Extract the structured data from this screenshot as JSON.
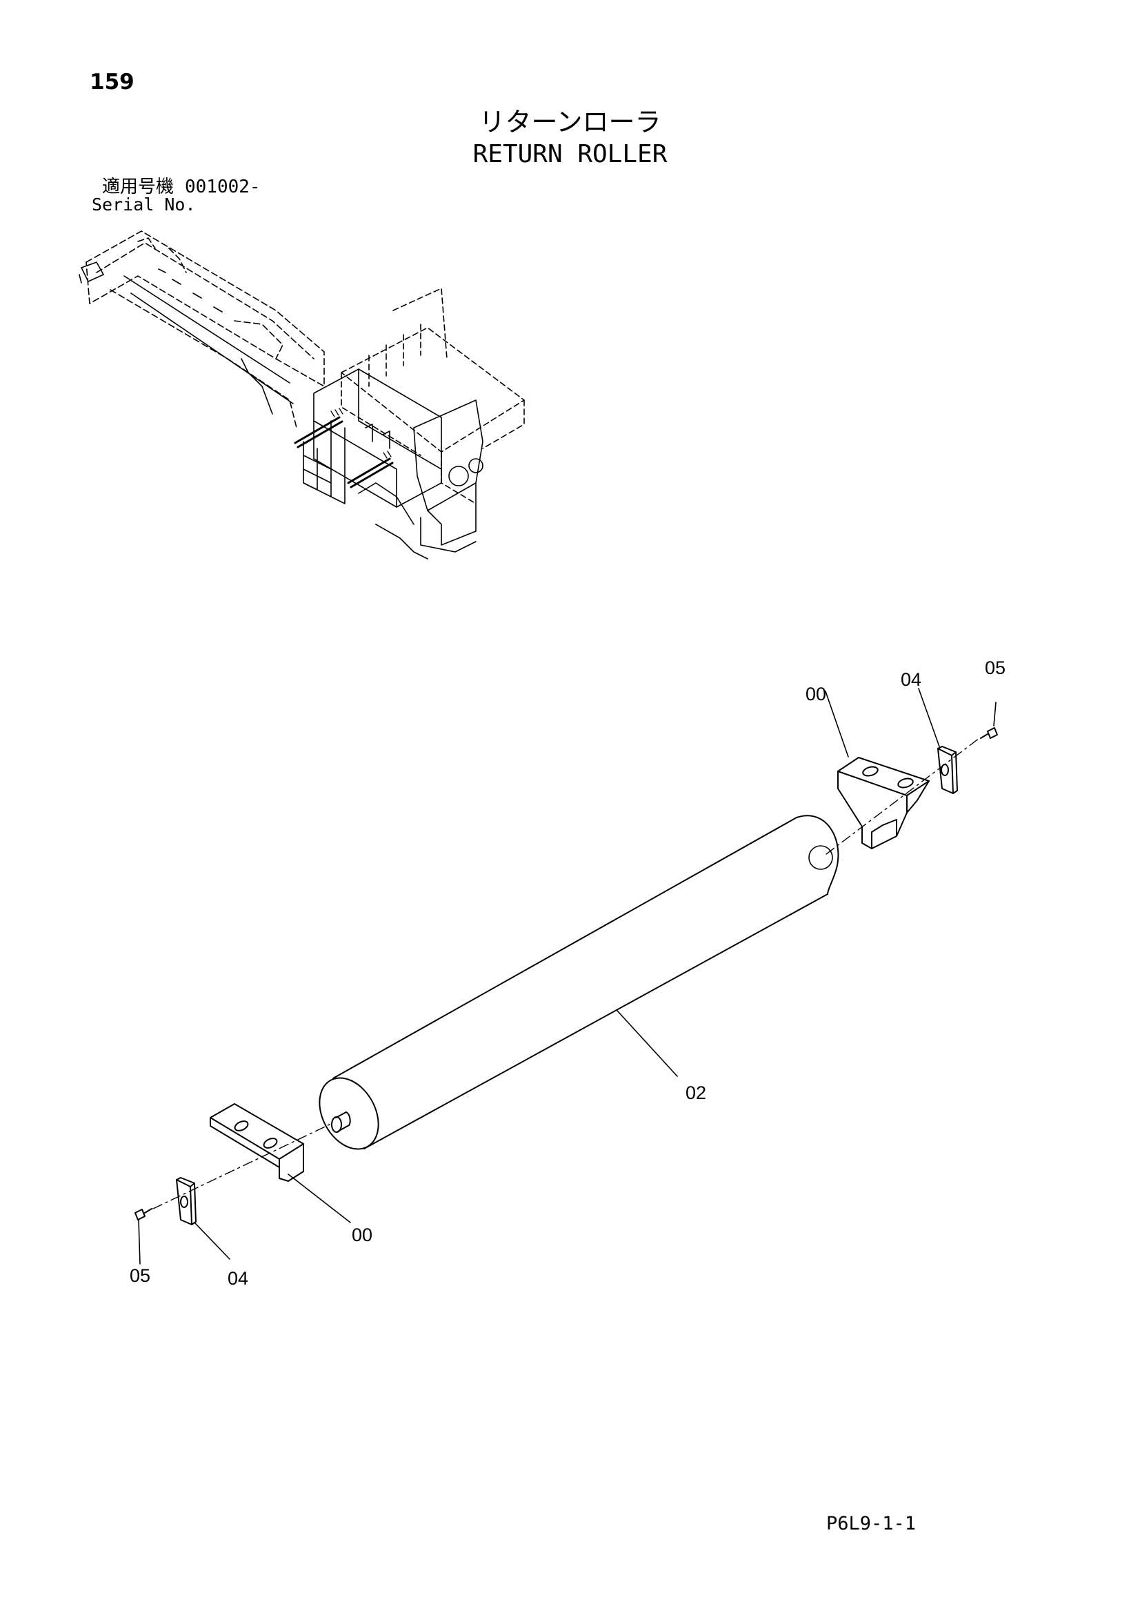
{
  "page_number": "159",
  "title_jp": "リターンローラ",
  "title_en": "RETURN ROLLER",
  "serial": {
    "label_jp": "適用号機",
    "value": "001002-",
    "label_en": "Serial No."
  },
  "callouts": {
    "c00_right": "00",
    "c04_right": "04",
    "c05_right": "05",
    "c02": "02",
    "c00_left": "00",
    "c04_left": "04",
    "c05_left": "05"
  },
  "footer_code": "P6L9-1-1"
}
